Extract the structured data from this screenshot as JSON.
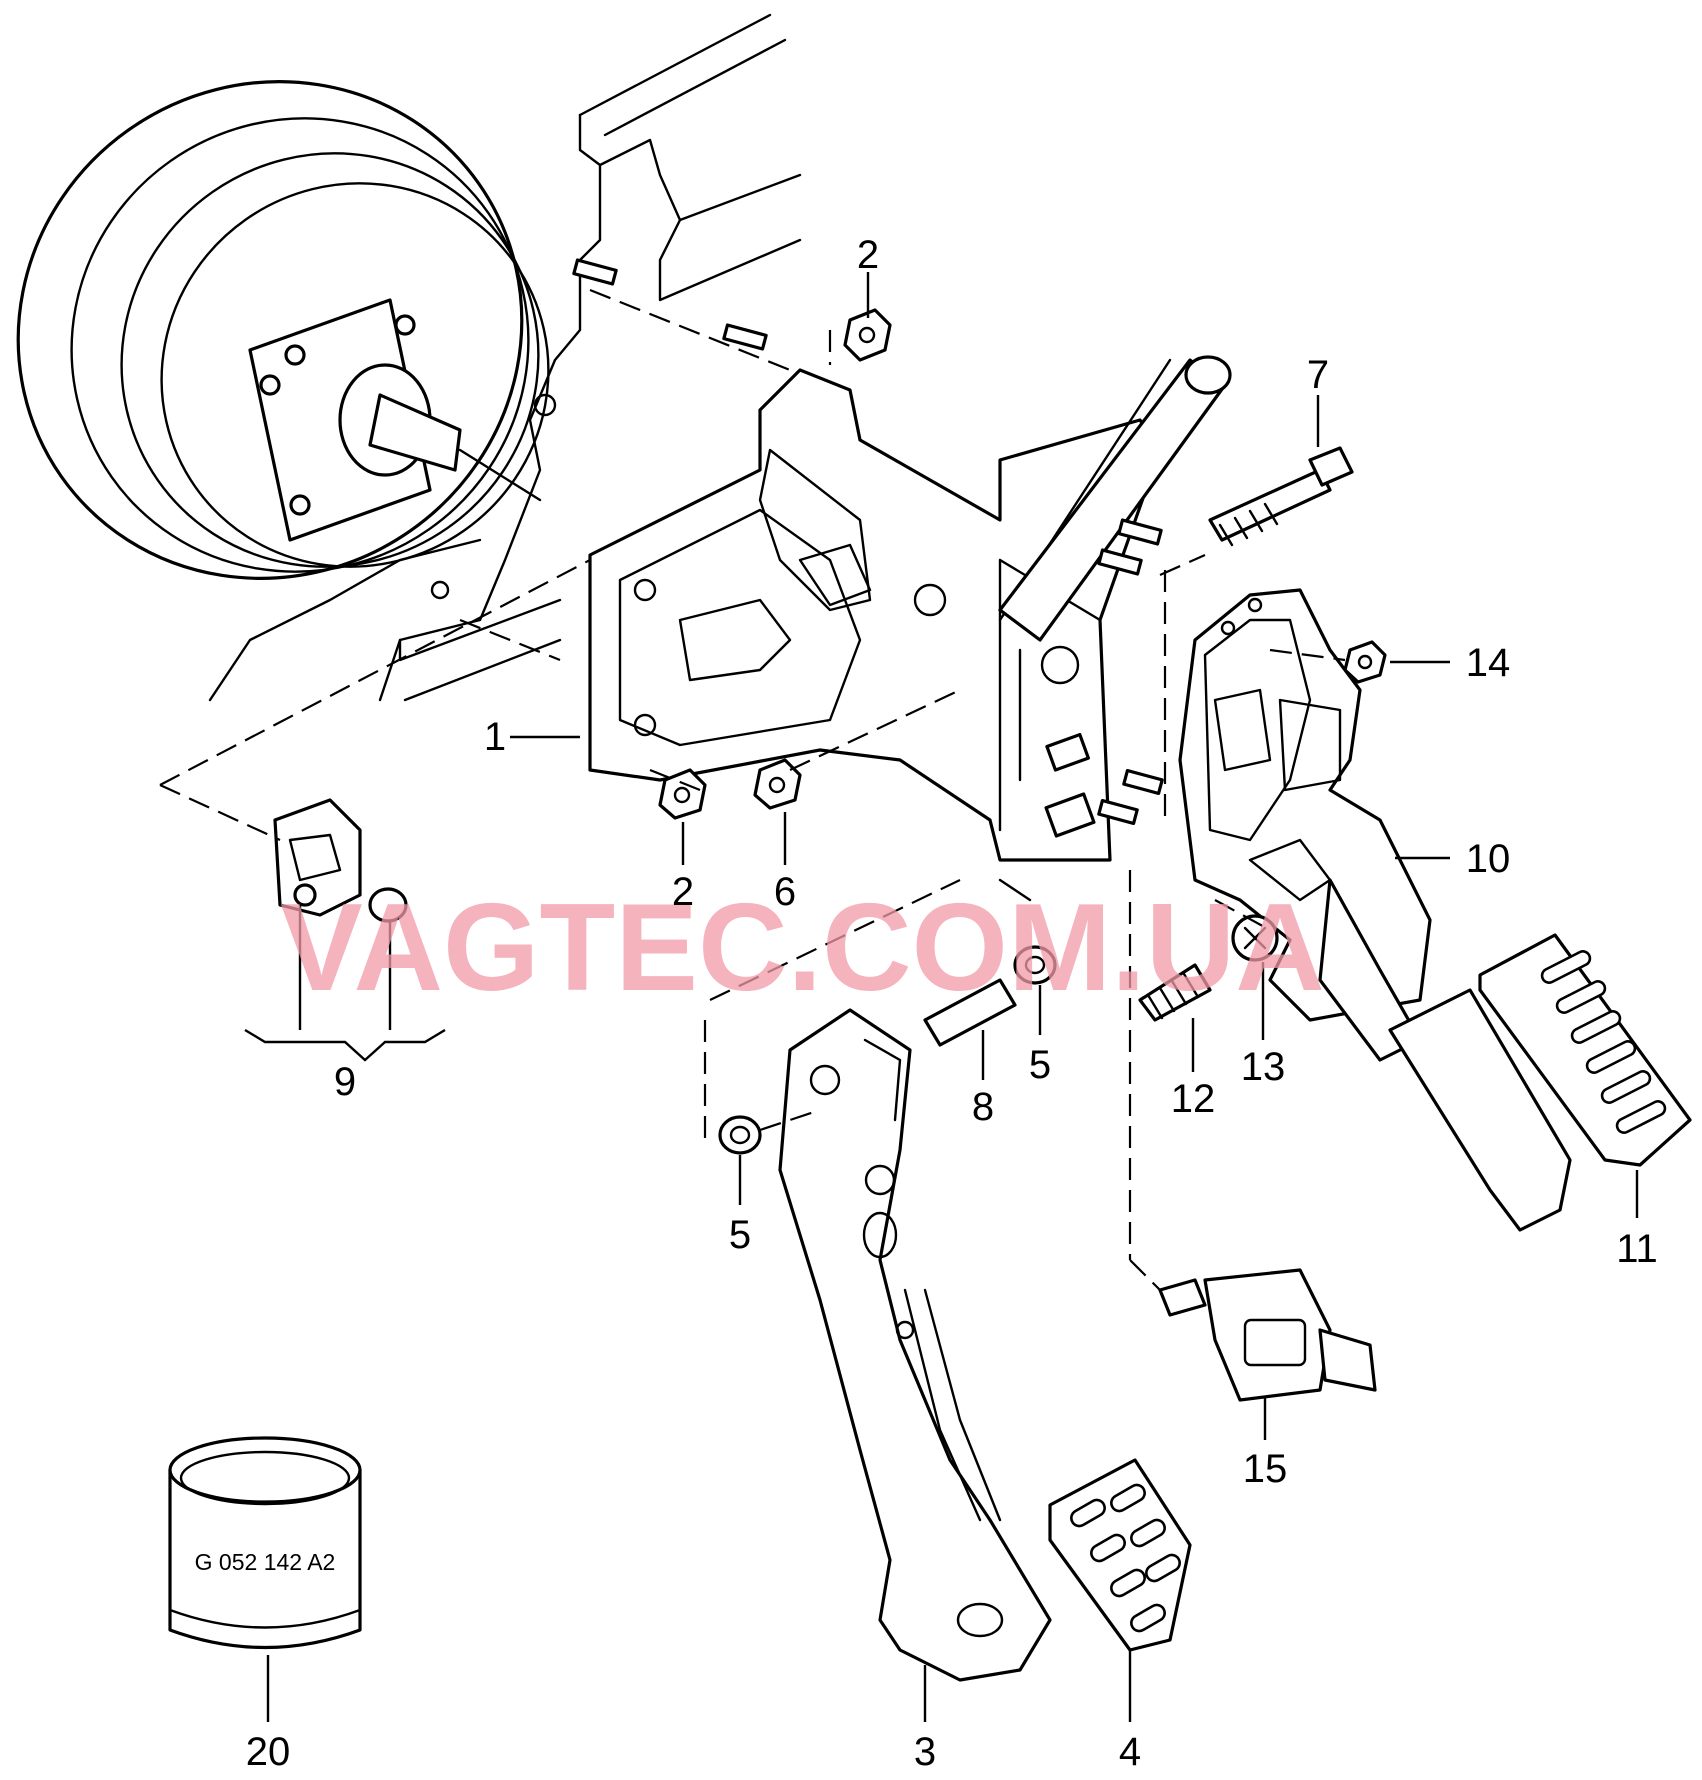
{
  "callouts": [
    {
      "id": "c1",
      "label": "1"
    },
    {
      "id": "c2a",
      "label": "2"
    },
    {
      "id": "c2b",
      "label": "2"
    },
    {
      "id": "c3",
      "label": "3"
    },
    {
      "id": "c4",
      "label": "4"
    },
    {
      "id": "c5a",
      "label": "5"
    },
    {
      "id": "c5b",
      "label": "5"
    },
    {
      "id": "c6",
      "label": "6"
    },
    {
      "id": "c7",
      "label": "7"
    },
    {
      "id": "c8",
      "label": "8"
    },
    {
      "id": "c9",
      "label": "9"
    },
    {
      "id": "c10",
      "label": "10"
    },
    {
      "id": "c11",
      "label": "11"
    },
    {
      "id": "c12",
      "label": "12"
    },
    {
      "id": "c13",
      "label": "13"
    },
    {
      "id": "c14",
      "label": "14"
    },
    {
      "id": "c15",
      "label": "15"
    },
    {
      "id": "c20",
      "label": "20"
    }
  ],
  "grease_can_text": "G 052 142 A2",
  "watermark": "VAGTEC.COM.UA"
}
